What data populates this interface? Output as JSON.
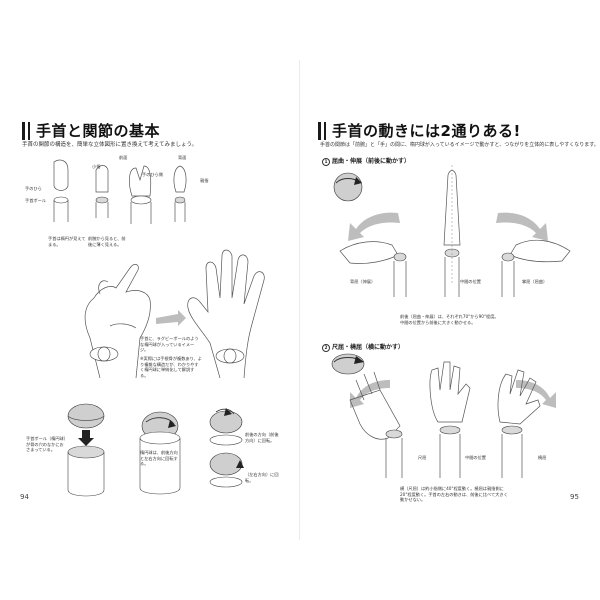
{
  "left_page": {
    "title": "手首と関節の基本",
    "intro": "手首の関節の構造を、簡単な立体図形に置き換えて考えてみましょう。",
    "labels": {
      "front": "前面",
      "little": "小指",
      "palm_side": "手のひら側",
      "back": "背面",
      "thumb": "親指",
      "palm": "手のひら",
      "wrist_ball": "手首ボール",
      "wrist_note_1": "手首は楕円が見えてまる。",
      "wrist_note_2": "前腕から見ると、前後に薄く見える。",
      "hand_note": "手首に、ラグビーボールのような楕円球が入っているイメージ。",
      "hand_note_2": "※実際には手根骨が複数あり、より複雑な構造だが、わかりやすく楕円球に単純化して解説する。",
      "ball_note_1": "手首ボール（楕円球）が骨の穴のなかにおさまっている。",
      "ball_note_2": "楕円球は、前後方向と左右方向に回転する。",
      "rot_note_1": "前後の方向（前後方向）に回転。",
      "rot_note_2": "（左右方向）に回転。"
    },
    "page_number": "94"
  },
  "right_page": {
    "title": "手首の動きには2通りある!",
    "intro": "手首の関節は「前腕」と「手」の間に、楕円球が入っているイメージで動かすと、つながりを立体的に表しやすくなります。",
    "section1": {
      "number": "1",
      "heading": "屈曲・伸展（前後に動かす）",
      "labels": [
        "背屈（伸展）",
        "中間の位置",
        "掌屈（屈曲）"
      ],
      "note": "前後（屈曲・伸展）は、それぞれ70°から90°程度。中間の位置から前後に大きく動かせる。"
    },
    "section2": {
      "number": "2",
      "heading": "尺屈・橈屈（横に動かす）",
      "labels": [
        "尺屈",
        "中間の位置",
        "橈屈"
      ],
      "note": "横（尺屈）は約小指側に40°程度動く。橈屈は親指側に20°程度動く。手首の左右の動きは、前後に比べて大きく動かせない。"
    },
    "page_number": "95"
  }
}
